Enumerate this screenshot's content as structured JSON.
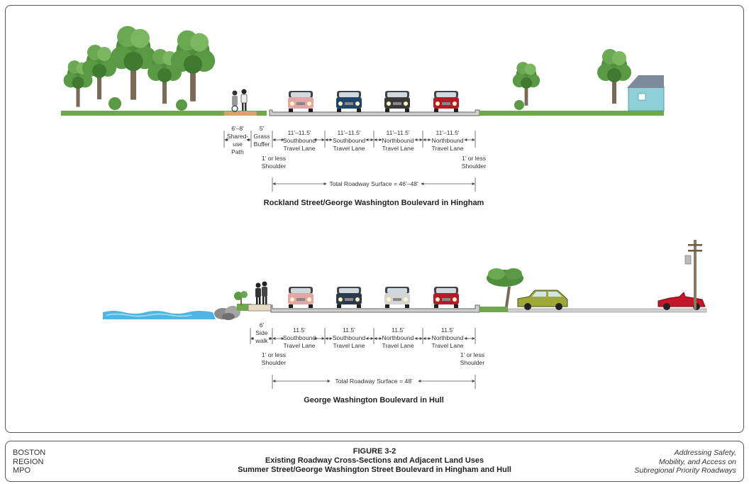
{
  "section_top": {
    "title": "Rockland Street/George Washington Boulevard in Hingham",
    "dims": [
      {
        "l1": "6'–8'",
        "l2": "Shared-",
        "l3": "use",
        "l4": "Path"
      },
      {
        "l1": "5'",
        "l2": "Grass",
        "l3": "Buffer"
      },
      {
        "l1": "11'–11.5'",
        "l2": "Southbound",
        "l3": "Travel Lane"
      },
      {
        "l1": "11'–11.5'",
        "l2": "Southbound",
        "l3": "Travel Lane"
      },
      {
        "l1": "11'–11.5'",
        "l2": "Northbound",
        "l3": "Travel Lane"
      },
      {
        "l1": "11'–11.5'",
        "l2": "Northbound",
        "l3": "Travel Lane"
      }
    ],
    "shoulder_left": {
      "l1": "1' or less",
      "l2": "Shoulder"
    },
    "shoulder_right": {
      "l1": "1' or less",
      "l2": "Shoulder"
    },
    "total": "Total Roadway Surface = 46'–48'"
  },
  "section_bottom": {
    "title": "George Washington Boulevard in Hull",
    "dims": [
      {
        "l1": "6'",
        "l2": "Side",
        "l3": "walk"
      },
      {
        "l1": "11.5'",
        "l2": "Southbound",
        "l3": "Travel Lane"
      },
      {
        "l1": "11.5'",
        "l2": "Southbound",
        "l3": "Travel Lane"
      },
      {
        "l1": "11.5'",
        "l2": "Northbound",
        "l3": "Travel Lane"
      },
      {
        "l1": "11.5'",
        "l2": "Northbound",
        "l3": "Travel Lane"
      }
    ],
    "shoulder_left": {
      "l1": "1' or less",
      "l2": "Shoulder"
    },
    "shoulder_right": {
      "l1": "1' or less",
      "l2": "Shoulder"
    },
    "total": "Total Roadway Surface = 48'"
  },
  "footer": {
    "org": [
      "BOSTON",
      "REGION",
      "MPO"
    ],
    "figure_number": "FIGURE 3-2",
    "figure_title_1": "Existing Roadway Cross-Sections and Adjacent Land Uses",
    "figure_title_2": "Summer Street/George Washington Street Boulevard in Hingham and Hull",
    "project": [
      "Addressing Safety,",
      "Mobility, and Access on",
      "Subregional Priority Roadways"
    ]
  },
  "colors": {
    "grass": "#6fa84a",
    "pavement": "#cfcfcf",
    "water": "#4fb6e3",
    "foliage": "#4f8f3c",
    "house": "#8fd0d8"
  }
}
